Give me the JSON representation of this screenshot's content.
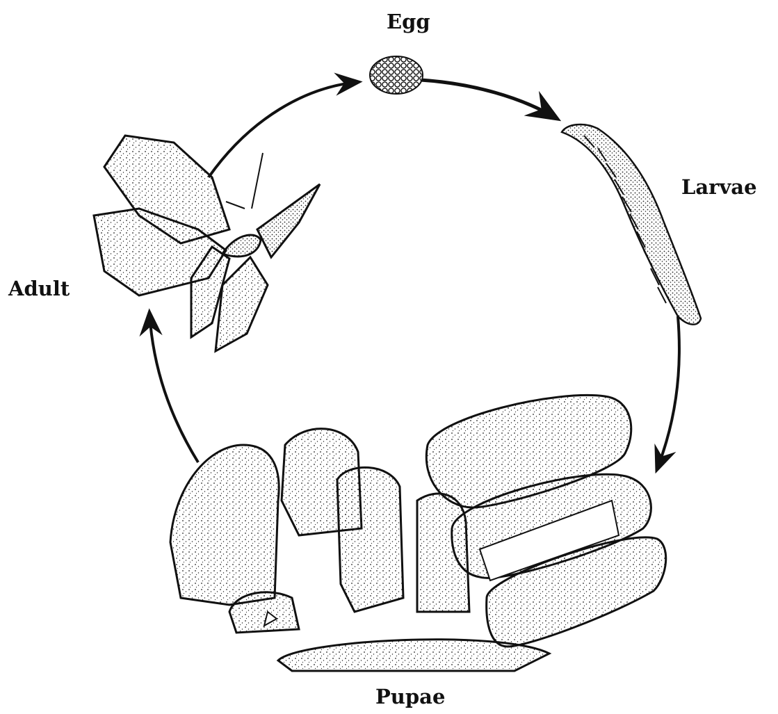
{
  "diagram": {
    "stages": {
      "egg": "Egg",
      "larvae": "Larvae",
      "adult": "Adult",
      "pupae": "Pupae"
    },
    "colors": {
      "ink": "#111111",
      "stipple": "#222222",
      "background": "#ffffff"
    }
  }
}
